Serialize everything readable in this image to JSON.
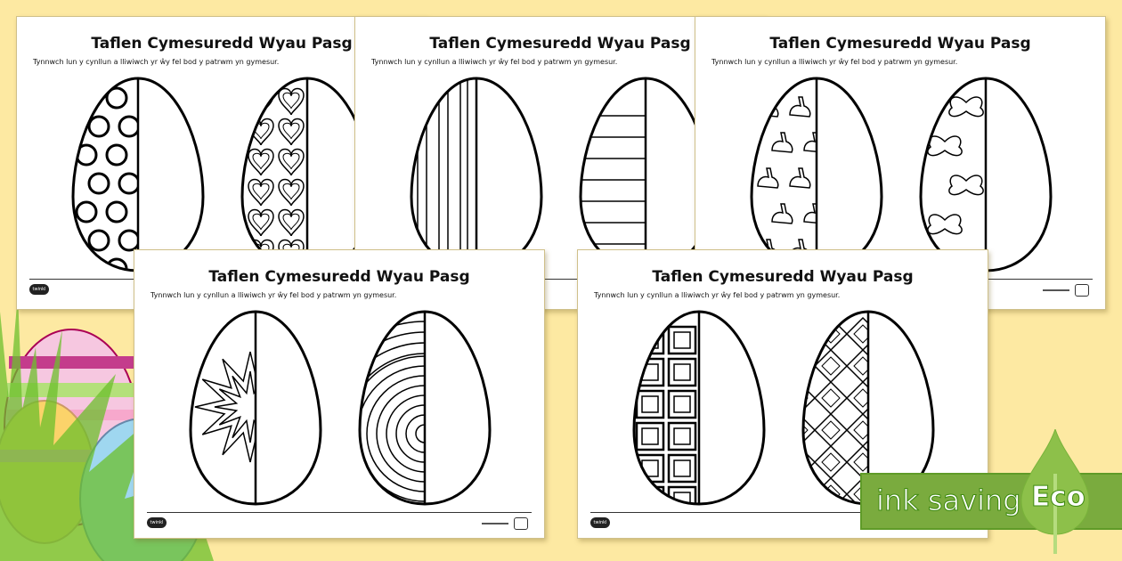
{
  "worksheet": {
    "title": "Taflen Cymesuredd Wyau Pasg",
    "instruction": "Tynnwch lun y cynllun a lliwiwch yr ŵy fel bod y patrwm yn gymesur.",
    "logo": "twinkl"
  },
  "badge": {
    "ink_label": "ink saving",
    "eco_label": "Eco",
    "color": "#7aab3e"
  },
  "background_color": "#fde9a2"
}
